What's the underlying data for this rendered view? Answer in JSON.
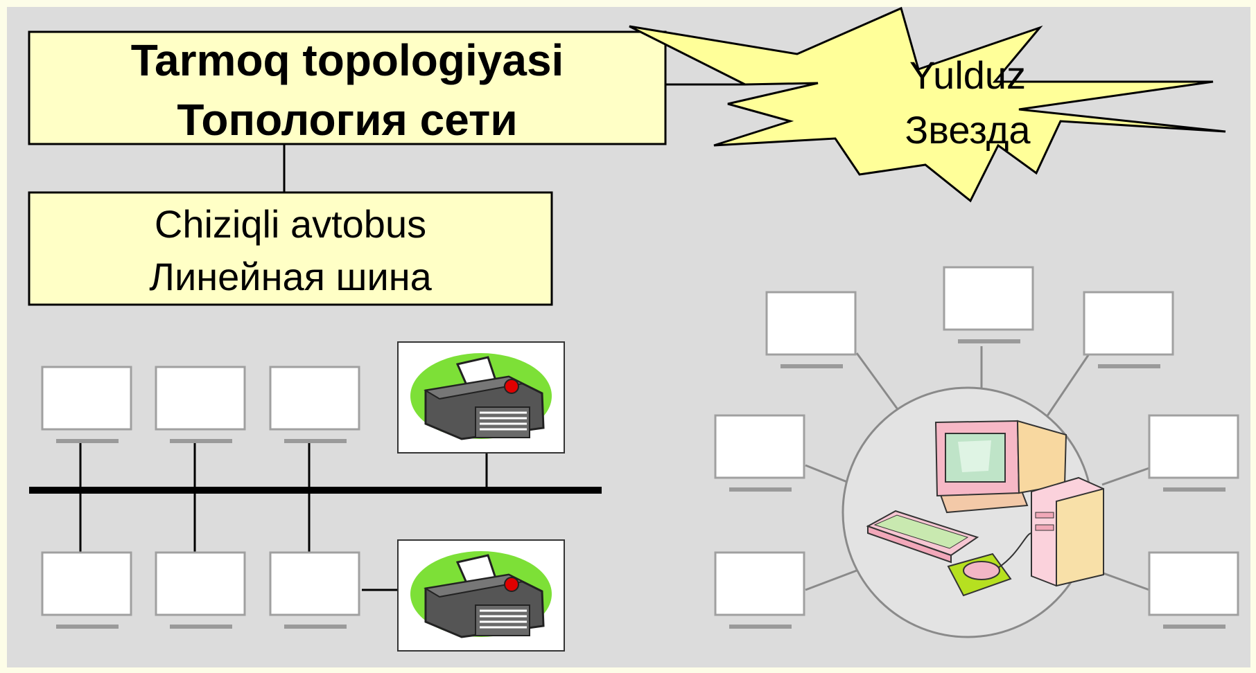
{
  "title": {
    "line1": "Tarmoq topologiyasi",
    "line2": "Топология  сети"
  },
  "bus_box": {
    "line1": "Chiziqli avtobus",
    "line2": "Линейная шина"
  },
  "star_burst": {
    "line1": "Yulduz",
    "line2": "Звезда"
  },
  "colors": {
    "background": "#dcdcdc",
    "label_fill": "#ffffc6",
    "burst_fill": "#ffff99",
    "monitor_stand": "#9a9a9a",
    "hub_fill": "#e3e3e3",
    "printer_blob": "#7de037"
  },
  "icons": [
    "printer-icon",
    "monitor-icon",
    "desktop-computer-icon"
  ]
}
